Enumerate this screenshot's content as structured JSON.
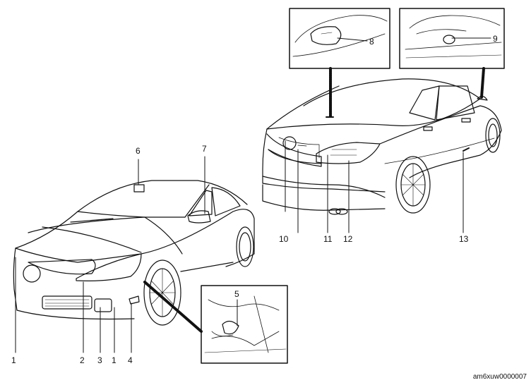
{
  "callouts": [
    {
      "id": "c1a",
      "text": "1"
    },
    {
      "id": "c1b",
      "text": "1"
    },
    {
      "id": "c2",
      "text": "2"
    },
    {
      "id": "c3",
      "text": "3"
    },
    {
      "id": "c4",
      "text": "4"
    },
    {
      "id": "c5",
      "text": "5"
    },
    {
      "id": "c6",
      "text": "6"
    },
    {
      "id": "c7",
      "text": "7"
    },
    {
      "id": "c8",
      "text": "8"
    },
    {
      "id": "c9",
      "text": "9"
    },
    {
      "id": "c10",
      "text": "10"
    },
    {
      "id": "c11",
      "text": "11"
    },
    {
      "id": "c12",
      "text": "12"
    },
    {
      "id": "c13",
      "text": "13"
    }
  ],
  "figure_code": "am6xuw0000007"
}
